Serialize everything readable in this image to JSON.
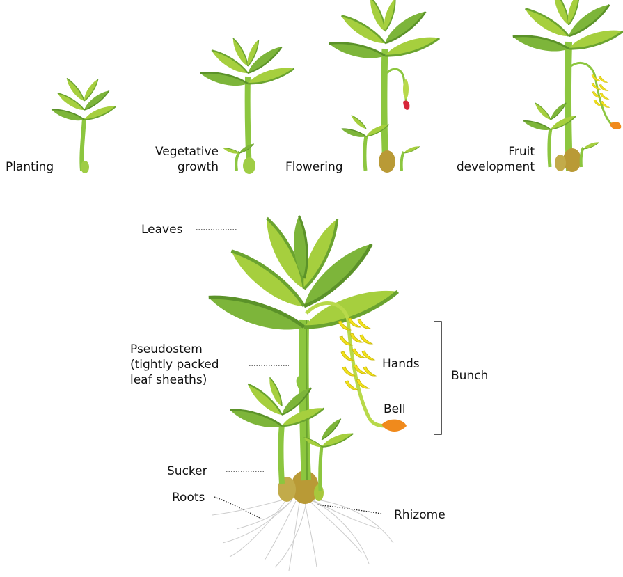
{
  "stages": [
    {
      "label_lines": [
        "Planting"
      ]
    },
    {
      "label_lines": [
        "Vegetative",
        "growth"
      ]
    },
    {
      "label_lines": [
        "Flowering"
      ]
    },
    {
      "label_lines": [
        "Fruit",
        "development"
      ]
    }
  ],
  "parts": {
    "leaves": "Leaves",
    "pseudostem_lines": [
      "Pseudostem",
      "(tightly packed",
      "leaf sheaths)"
    ],
    "hands": "Hands",
    "bell": "Bell",
    "bunch": "Bunch",
    "sucker": "Sucker",
    "roots": "Roots",
    "rhizome": "Rhizome"
  },
  "colors": {
    "leaf_light": "#a6cf3e",
    "leaf_dark": "#6aa32f",
    "stem": "#8cc63f",
    "banana": "#f2e21a",
    "bell": "#f08a1c",
    "corm": "#b99a36",
    "root": "#cccccc"
  }
}
